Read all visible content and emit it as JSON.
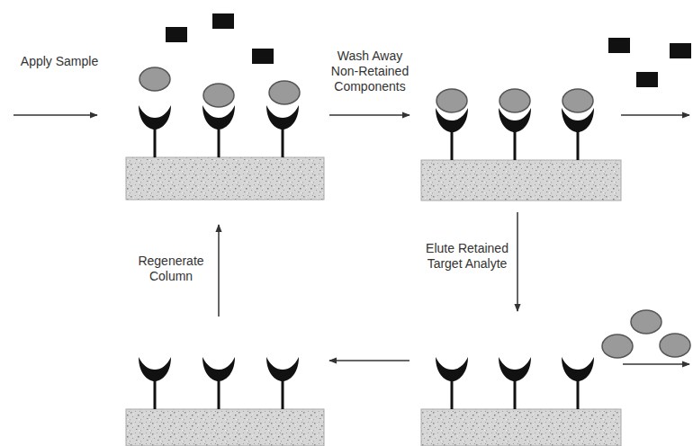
{
  "diagram": {
    "labels": [
      "Apply Sample",
      "Wash Away Non-Retained Components",
      "Elute Retained Target Analyte",
      "Regenerate Column"
    ]
  }
}
